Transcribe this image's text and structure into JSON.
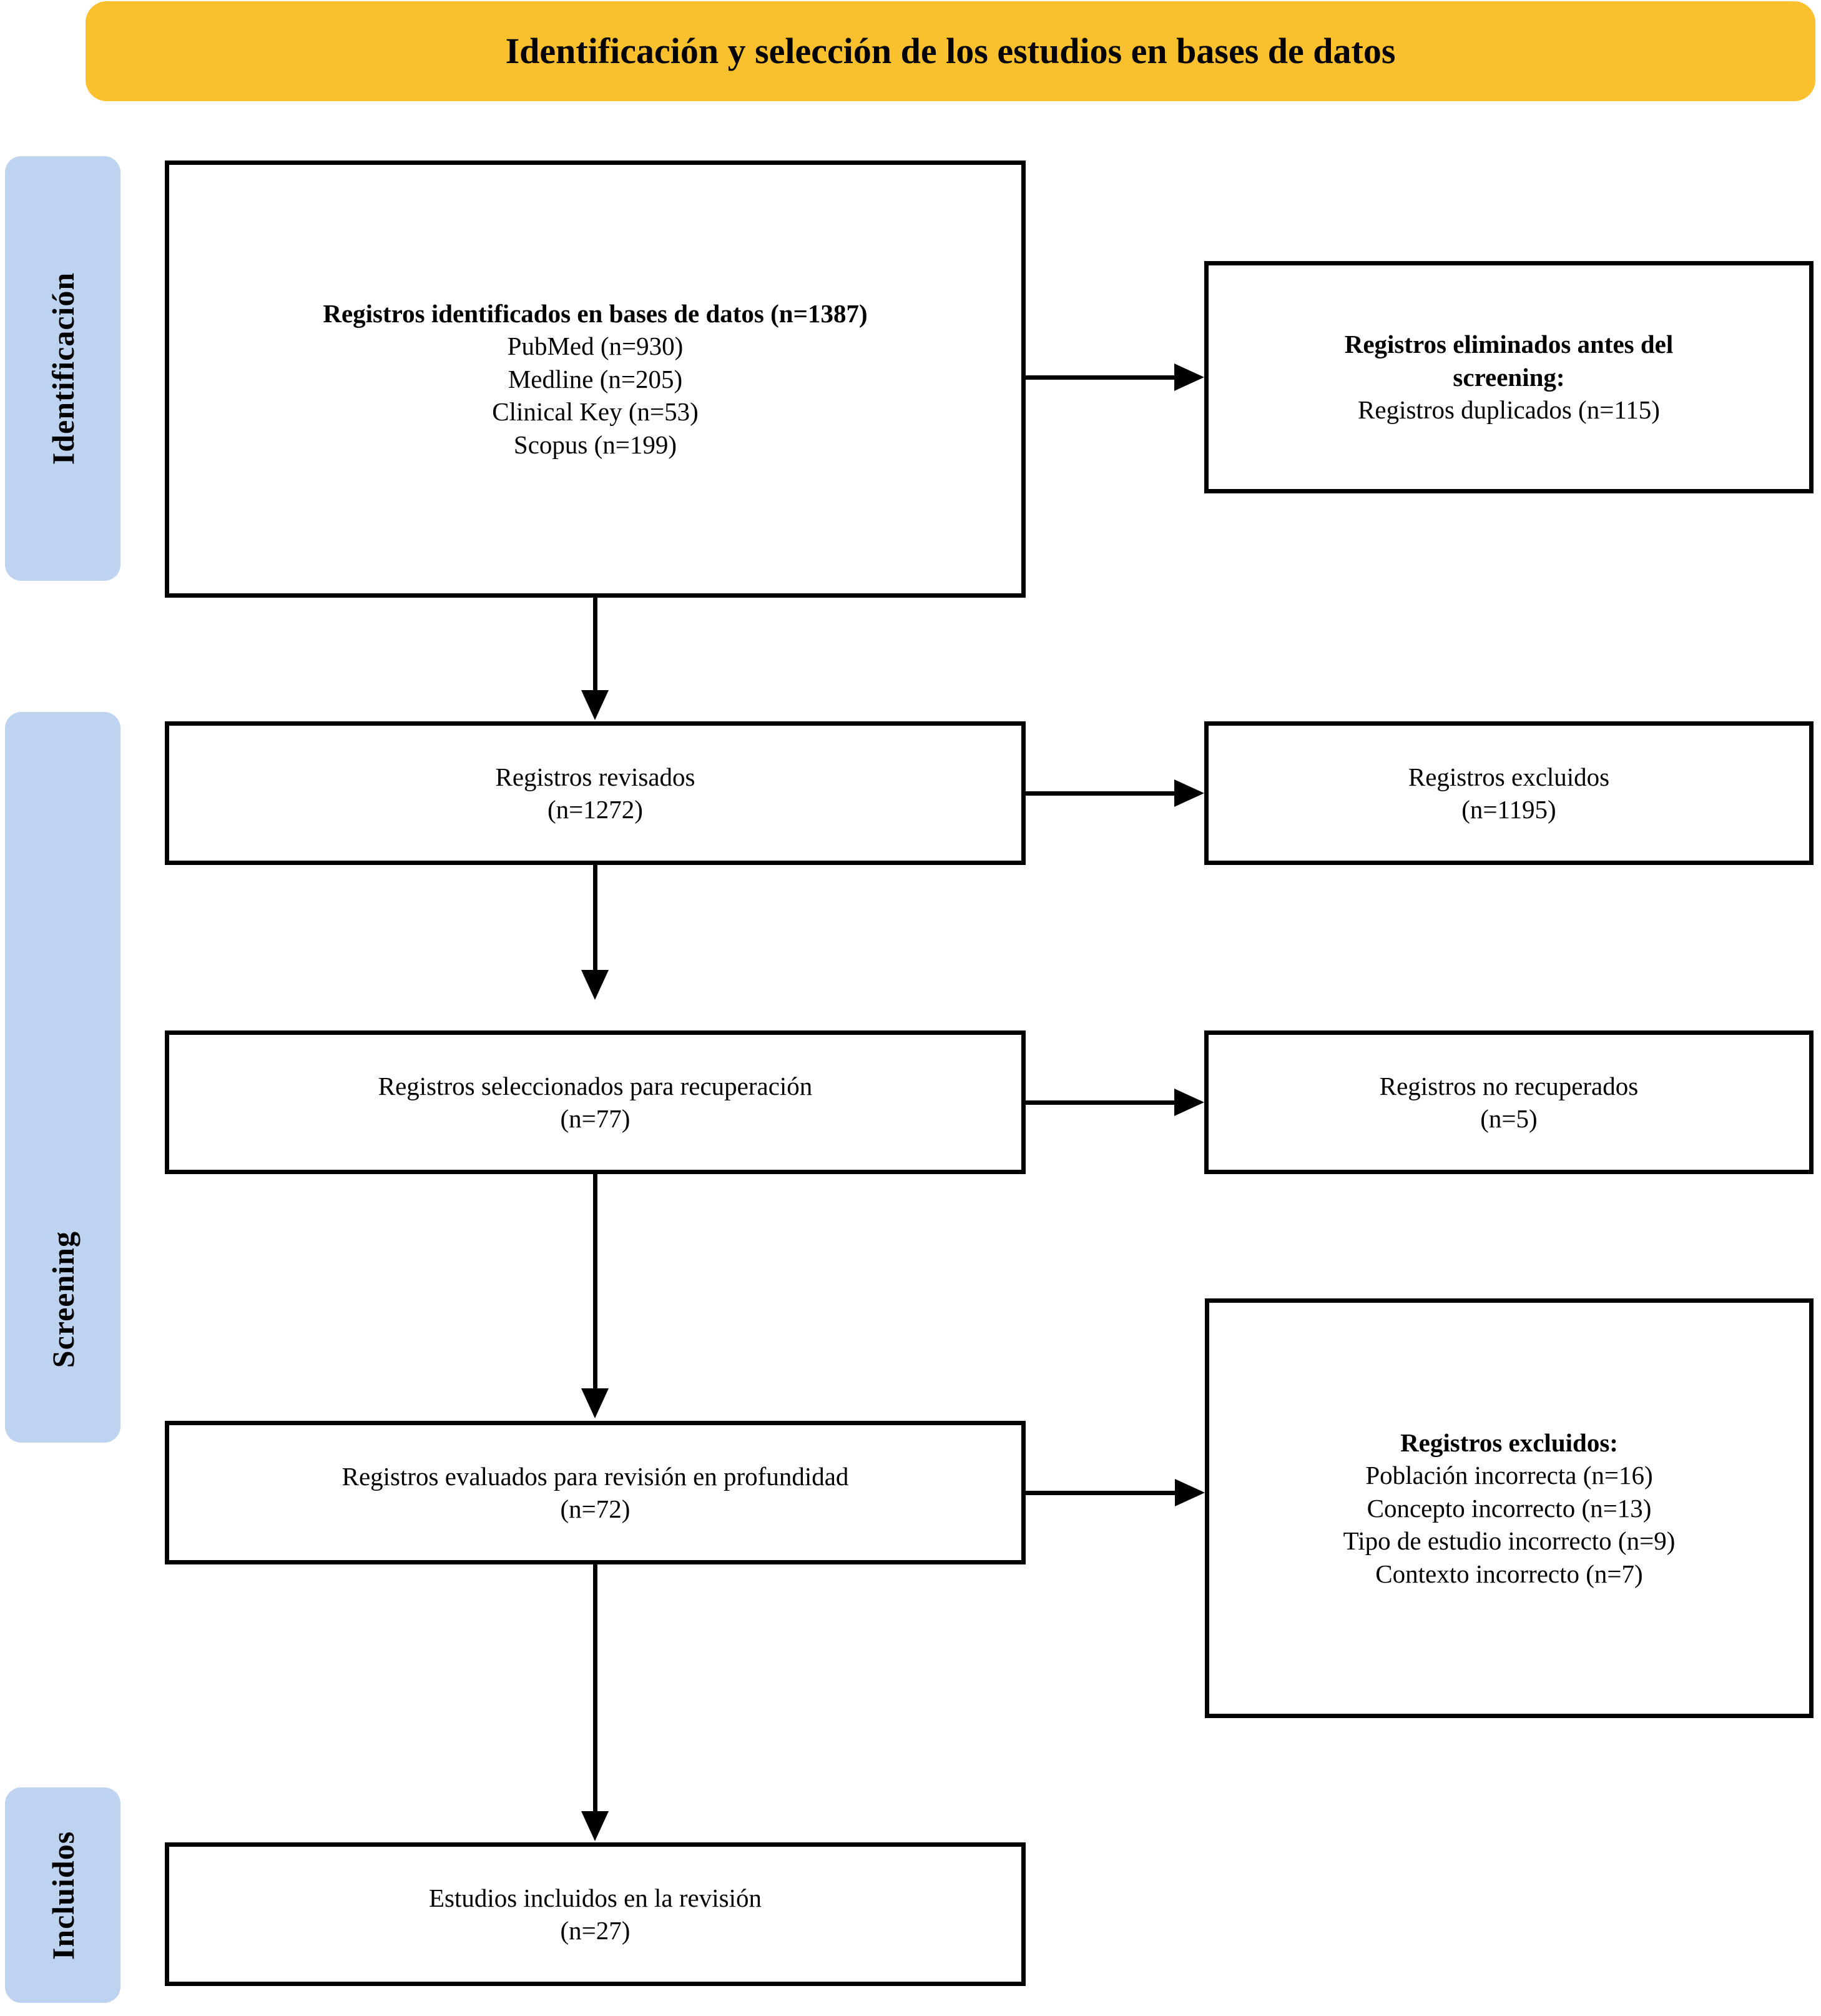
{
  "header": {
    "title": "Identificación y selección de los estudios en bases de datos",
    "color": "#FBC02D"
  },
  "stages": {
    "band_color": "#BDD3EF",
    "items": [
      {
        "label": "Identificación"
      },
      {
        "label": "Screening"
      },
      {
        "label": "Incluidos"
      }
    ]
  },
  "boxes": {
    "identified": {
      "lines": [
        "Registros identificados en bases de datos (n=1387)",
        "PubMed (n=930)",
        "Medline (n=205)",
        "Clinical Key (n=53)",
        "Scopus (n=199)"
      ]
    },
    "removed": {
      "lines": [
        "Registros eliminados antes del",
        "screening:",
        "Registros duplicados (n=115)"
      ]
    },
    "screened": {
      "lines": [
        "Registros revisados",
        "(n=1272)"
      ]
    },
    "excluded": {
      "lines": [
        "Registros excluidos",
        "(n=1195)"
      ]
    },
    "sought": {
      "lines": [
        "Registros seleccionados para recuperación",
        "(n=77)"
      ]
    },
    "not_retrieved": {
      "lines": [
        "Registros no recuperados",
        "(n=5)"
      ]
    },
    "assessed": {
      "lines": [
        "Registros evaluados para revisión en profundidad",
        "(n=72)"
      ]
    },
    "excluded_reasons": {
      "lines": [
        "Registros excluidos:",
        "Población incorrecta (n=16)",
        "Concepto incorrecto (n=13)",
        "Tipo de estudio incorrecto (n=9)",
        "Contexto incorrecto (n=7)"
      ]
    },
    "included": {
      "lines": [
        "Estudios incluidos en la revisión",
        "(n=27)"
      ]
    }
  }
}
